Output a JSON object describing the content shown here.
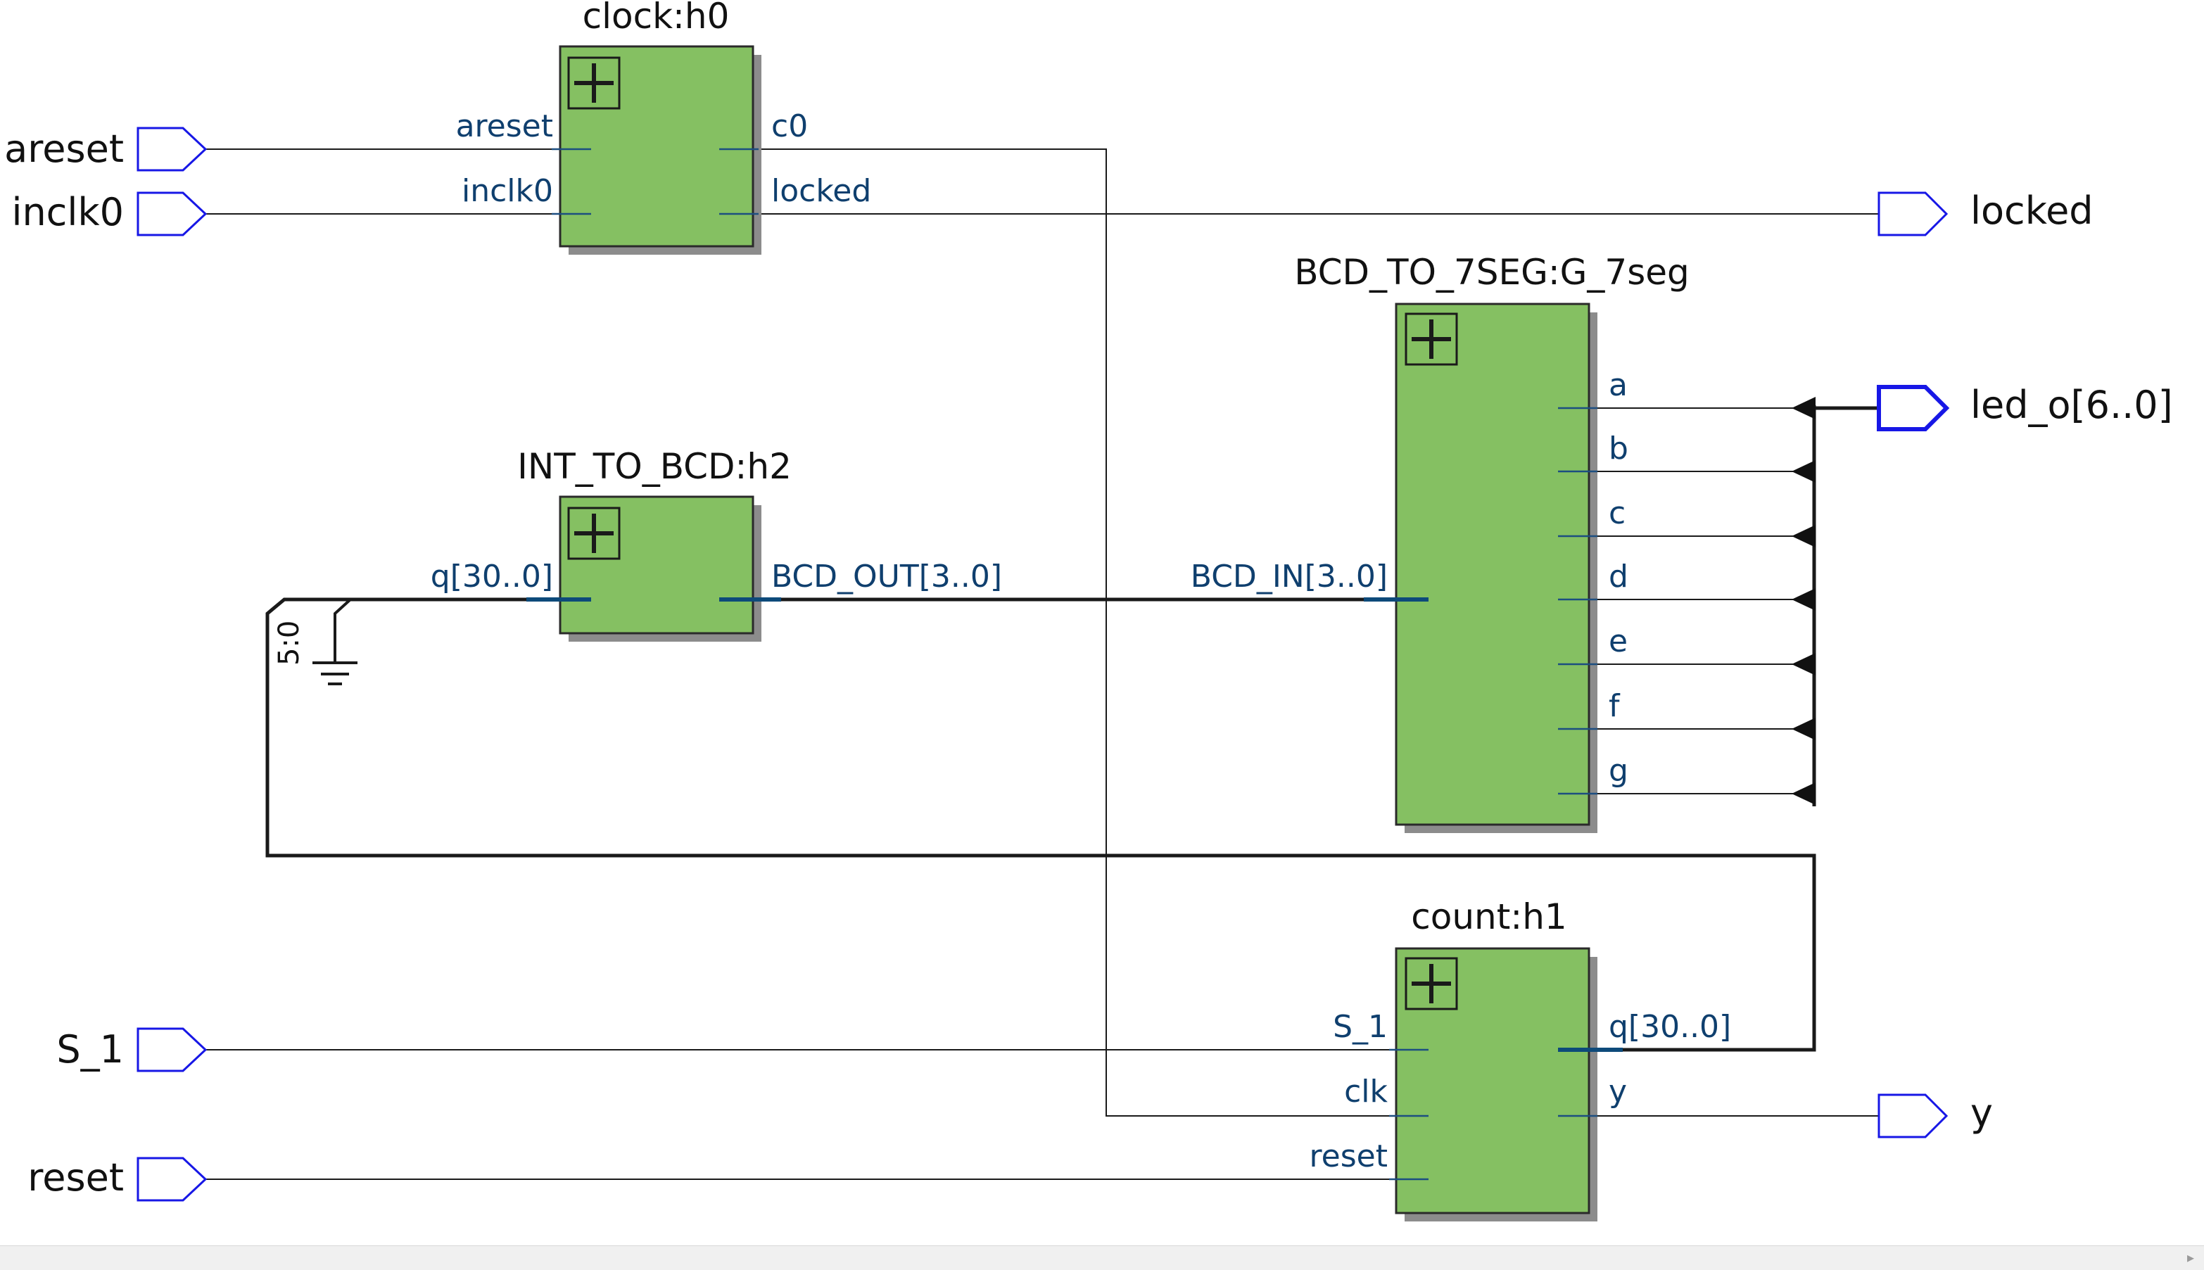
{
  "blocks": {
    "clock": {
      "title": "clock:h0",
      "ports_in": [
        "areset",
        "inclk0"
      ],
      "ports_out": [
        "c0",
        "locked"
      ]
    },
    "int_to_bcd": {
      "title": "INT_TO_BCD:h2",
      "port_in": "q[30..0]",
      "port_out": "BCD_OUT[3..0]"
    },
    "bcd_to_7seg": {
      "title": "BCD_TO_7SEG:G_7seg",
      "port_in": "BCD_IN[3..0]",
      "ports_out": [
        "a",
        "b",
        "c",
        "d",
        "e",
        "f",
        "g"
      ]
    },
    "count": {
      "title": "count:h1",
      "ports_in": [
        "S_1",
        "clk",
        "reset"
      ],
      "ports_out": [
        "q[30..0]",
        "y"
      ]
    }
  },
  "input_pins": [
    "areset",
    "inclk0",
    "S_1",
    "reset"
  ],
  "output_pins": [
    "locked",
    "led_o[6..0]",
    "y"
  ],
  "bus_slice": "5:0",
  "icons": [
    "expand-icon",
    "ground-icon",
    "input-pin-icon",
    "output-pin-icon",
    "bus-ripper-arrow-icon"
  ],
  "colors": {
    "block_fill": "#85c062",
    "pin_outline": "#1717e6",
    "port_label": "#0f3f6e",
    "wire": "#1a1a1a"
  }
}
